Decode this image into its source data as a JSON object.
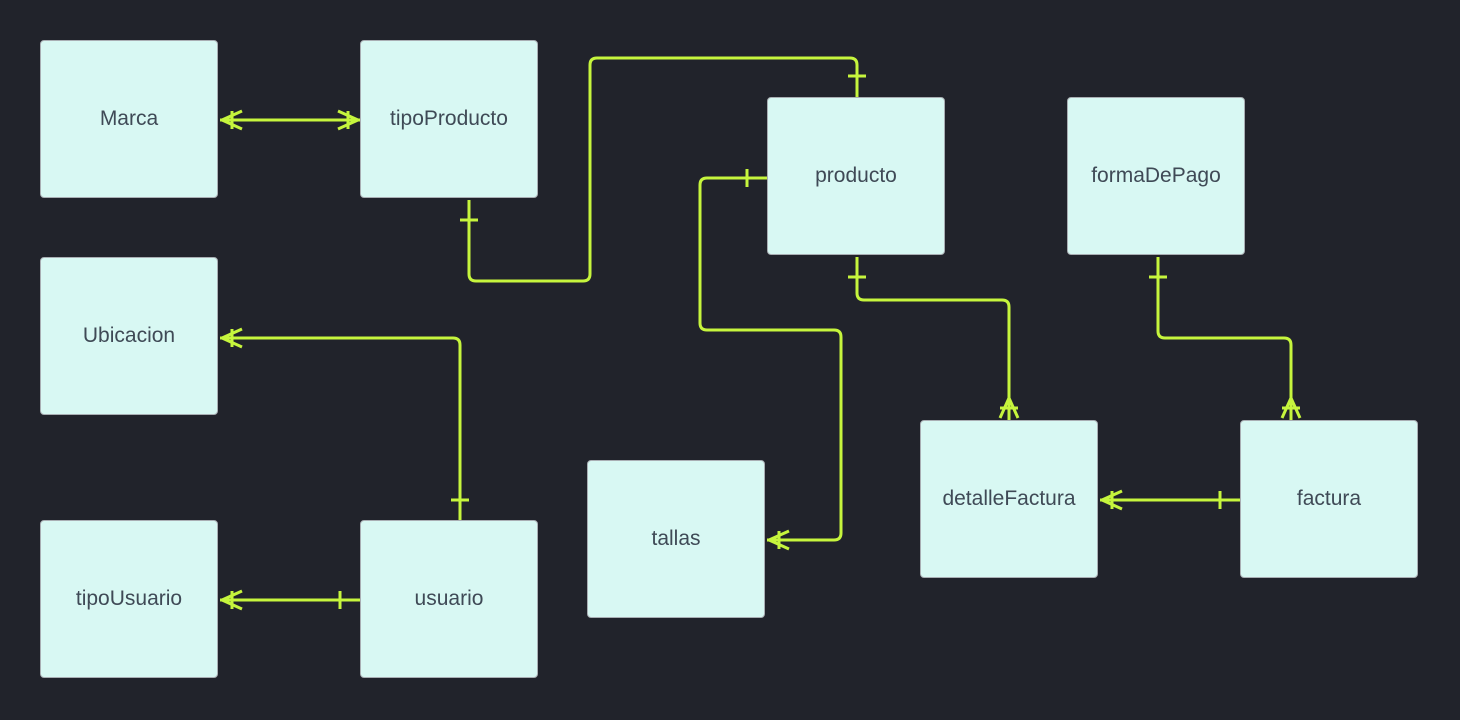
{
  "diagram": {
    "link_color": "#c6f53d",
    "entity_fill": "#d8f8f3",
    "entities": {
      "marca": "Marca",
      "tipo_producto": "tipoProducto",
      "producto": "producto",
      "forma_de_pago": "formaDePago",
      "ubicacion": "Ubicacion",
      "detalle_factura": "detalleFactura",
      "factura": "factura",
      "tallas": "tallas",
      "tipo_usuario": "tipoUsuario",
      "usuario": "usuario"
    },
    "relationships": [
      {
        "from": "Marca",
        "from_card": "one-or-many",
        "to": "tipoProducto",
        "to_card": "one-or-many"
      },
      {
        "from": "tipoProducto",
        "from_card": "one",
        "to": "producto",
        "to_card": "one"
      },
      {
        "from": "producto",
        "from_card": "one",
        "to": "tallas",
        "to_card": "one-or-many"
      },
      {
        "from": "producto",
        "from_card": "one",
        "to": "detalleFactura",
        "to_card": "one-or-many"
      },
      {
        "from": "formaDePago",
        "from_card": "one",
        "to": "factura",
        "to_card": "one-or-many"
      },
      {
        "from": "factura",
        "from_card": "one",
        "to": "detalleFactura",
        "to_card": "one-or-many"
      },
      {
        "from": "usuario",
        "from_card": "one",
        "to": "Ubicacion",
        "to_card": "one-or-many"
      },
      {
        "from": "usuario",
        "from_card": "one",
        "to": "tipoUsuario",
        "to_card": "one-or-many"
      }
    ]
  }
}
